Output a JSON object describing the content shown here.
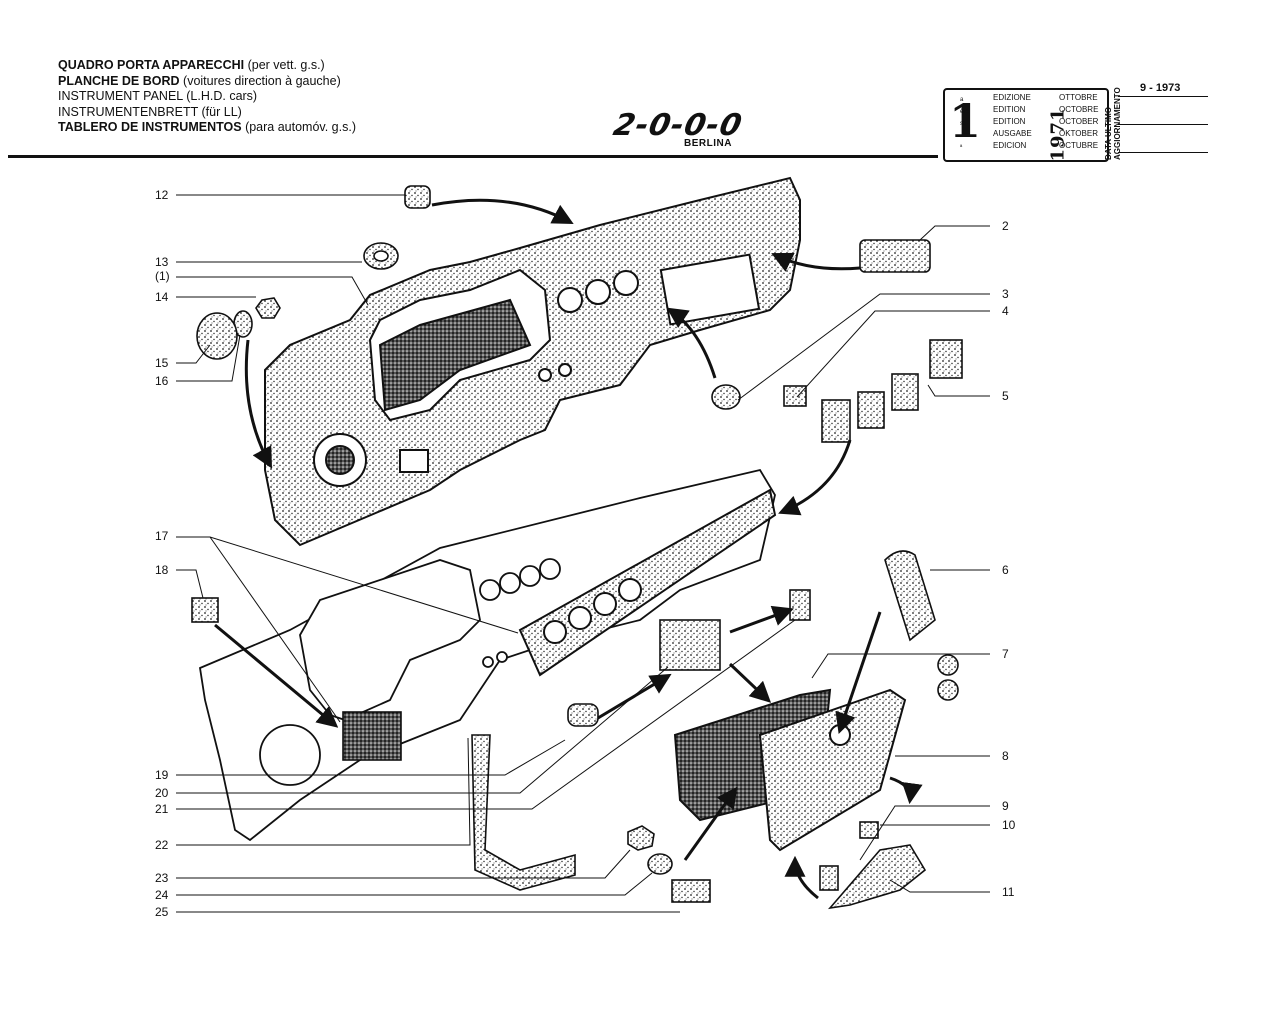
{
  "header": {
    "title_it": "QUADRO PORTA APPARECCHI",
    "title_it_note": "(per vett. g.s.)",
    "title_fr": "PLANCHE DE BORD",
    "title_fr_note": "(voitures direction à gauche)",
    "title_en": "INSTRUMENT PANEL (L.H.D. cars)",
    "title_de": "INSTRUMENTENBRETT (für LL)",
    "title_es": "TABLERO DE INSTRUMENTOS",
    "title_es_note": "(para automóv. g.s.)"
  },
  "logo": {
    "mark": "2-0-0-0",
    "subtitle": "BERLINA"
  },
  "edition": {
    "number": "1",
    "superscripts": [
      "a",
      "ère",
      "st",
      ".",
      "ª"
    ],
    "labels": [
      "EDIZIONE",
      "EDITION",
      "EDITION",
      "AUSGABE",
      "EDICION"
    ],
    "year": "1971",
    "months": [
      "OTTOBRE",
      "OCTOBRE",
      "OCTOBER",
      "OKTOBER",
      "OCTUBRE"
    ],
    "update_label_1": "DATA ULTIMO",
    "update_label_2": "AGGIORNAMENTO",
    "update_date": "9 - 1973"
  },
  "callouts": [
    {
      "id": "12",
      "label": "12"
    },
    {
      "id": "13",
      "label": "13"
    },
    {
      "id": "1",
      "label": "(1)"
    },
    {
      "id": "14",
      "label": "14"
    },
    {
      "id": "15",
      "label": "15"
    },
    {
      "id": "16",
      "label": "16"
    },
    {
      "id": "2",
      "label": "2"
    },
    {
      "id": "3",
      "label": "3"
    },
    {
      "id": "4",
      "label": "4"
    },
    {
      "id": "5",
      "label": "5"
    },
    {
      "id": "17",
      "label": "17"
    },
    {
      "id": "18",
      "label": "18"
    },
    {
      "id": "6",
      "label": "6"
    },
    {
      "id": "7",
      "label": "7"
    },
    {
      "id": "8",
      "label": "8"
    },
    {
      "id": "19",
      "label": "19"
    },
    {
      "id": "20",
      "label": "20"
    },
    {
      "id": "21",
      "label": "21"
    },
    {
      "id": "22",
      "label": "22"
    },
    {
      "id": "9",
      "label": "9"
    },
    {
      "id": "10",
      "label": "10"
    },
    {
      "id": "23",
      "label": "23"
    },
    {
      "id": "11",
      "label": "11"
    },
    {
      "id": "24",
      "label": "24"
    },
    {
      "id": "25",
      "label": "25"
    }
  ],
  "colors": {
    "ink": "#111111",
    "paper": "#ffffff"
  }
}
